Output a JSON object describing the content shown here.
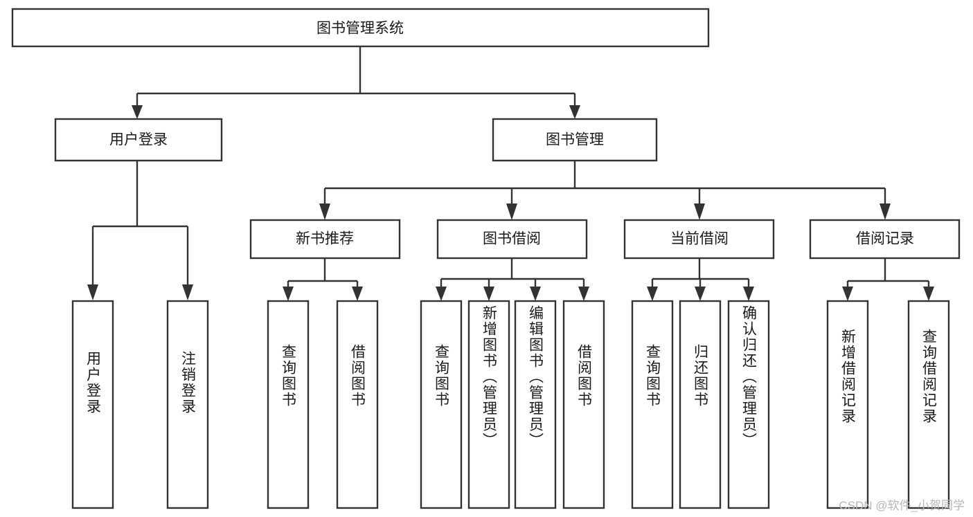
{
  "diagram": {
    "type": "tree-hierarchy",
    "title": "图书管理系统",
    "orientation": "top-down",
    "colors": {
      "box_stroke": "#333333",
      "box_fill": "#ffffff",
      "text": "#1a1a1a",
      "background": "#ffffff",
      "watermark": "#b8b8b8"
    },
    "root": {
      "label": "图书管理系统"
    },
    "level2": [
      {
        "label": "用户登录"
      },
      {
        "label": "图书管理"
      }
    ],
    "level3": [
      {
        "label": "新书推荐"
      },
      {
        "label": "图书借阅"
      },
      {
        "label": "当前借阅"
      },
      {
        "label": "借阅记录"
      }
    ],
    "leaves": {
      "user_login": [
        {
          "label": "用户登录"
        },
        {
          "label": "注销登录"
        }
      ],
      "new_book_recommend": [
        {
          "label": "查询图书"
        },
        {
          "label": "借阅图书"
        }
      ],
      "book_borrow": [
        {
          "label": "查询图书"
        },
        {
          "label": "新增图书（管理员）"
        },
        {
          "label": "编辑图书（管理员）"
        },
        {
          "label": "借阅图书"
        }
      ],
      "current_borrow": [
        {
          "label": "查询图书"
        },
        {
          "label": "归还图书"
        },
        {
          "label": "确认归还（管理员）"
        }
      ],
      "borrow_record": [
        {
          "label": "新增借阅记录"
        },
        {
          "label": "查询借阅记录"
        }
      ]
    }
  },
  "watermark": {
    "text": "CSDN @软件_小贺同学"
  }
}
